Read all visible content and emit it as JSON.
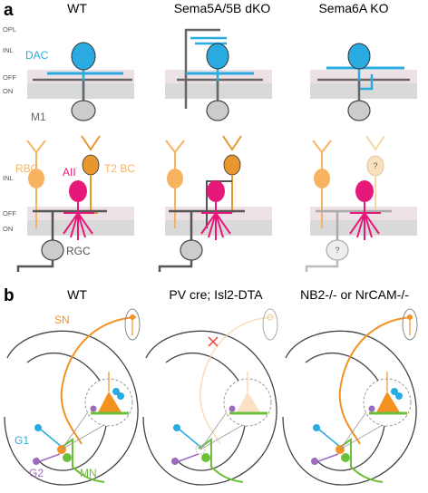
{
  "panel_a": {
    "letter": "a",
    "columns": [
      "WT",
      "Sema5A/5B dKO",
      "Sema6A KO"
    ],
    "layer_labels": {
      "opl": "OPL",
      "inl": "INL",
      "off": "OFF",
      "on": "ON"
    },
    "cell_labels": {
      "dac": "DAC",
      "m1": "M1",
      "rbc": "RBC",
      "aii": "AII",
      "t2bc": "T2 BC",
      "rgc": "RGC"
    },
    "unknown_mark": "?"
  },
  "panel_b": {
    "letter": "b",
    "columns": [
      "WT",
      "PV cre; Isl2-DTA",
      "NB2-/- or NrCAM-/-"
    ],
    "labels": {
      "sn": "SN",
      "g1": "G1",
      "g2": "G2",
      "mn": "MN"
    }
  },
  "colors": {
    "dac": "#29abe2",
    "m1": "#666666",
    "rbc": "#f7b35f",
    "aii": "#e6197a",
    "t2bc": "#e8962e",
    "sn": "#f39221",
    "mn": "#6cbf3a",
    "g1": "#29abe2",
    "g2": "#9b6bbd",
    "off_band": "#ece1e4",
    "on_band": "#d9d9d9"
  }
}
